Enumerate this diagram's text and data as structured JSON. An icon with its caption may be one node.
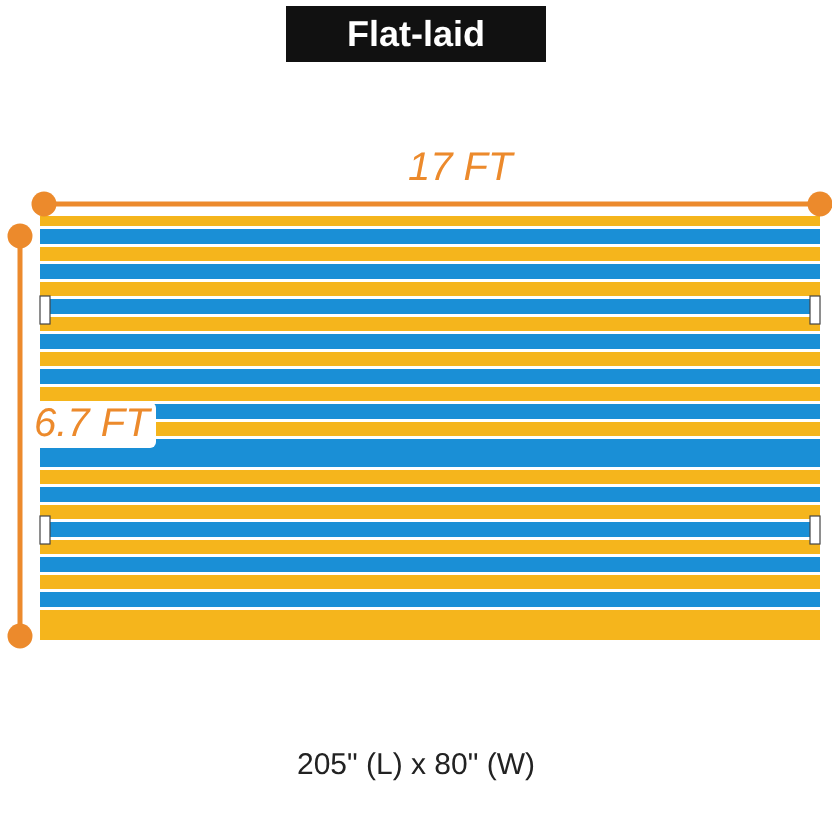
{
  "diagram": {
    "title": "Flat-laid",
    "labels": [
      "17 FT",
      "6.7 FT",
      "205\" (L) x 80\" (W)"
    ]
  }
}
